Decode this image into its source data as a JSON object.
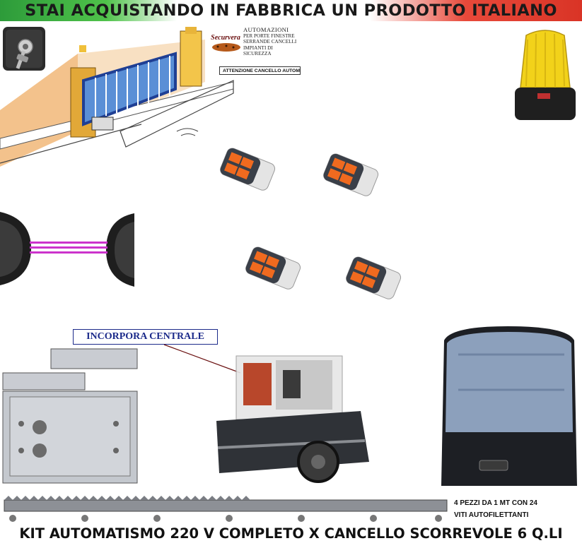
{
  "banner": {
    "text": "STAI ACQUISTANDO IN FABBRICA UN PRODOTTO ITALIANO"
  },
  "logo": {
    "brand": "Securvera",
    "lines": [
      "AUTOMAZIONI",
      "PER PORTE FINESTRE",
      "SERRANDE CANCELLI",
      "IMPIANTI DI SICUREZZA"
    ],
    "warning": "ATTENZIONE CANCELLO AUTOMATICO"
  },
  "callout": {
    "text": "INCORPORA CENTRALE"
  },
  "rack": {
    "caption_line1": "4 PEZZI DA 1 MT CON 24",
    "caption_line2": "VITI AUTOFILETTANTI"
  },
  "footer": {
    "text": "KIT AUTOMATISMO 220 V COMPLETO X CANCELLO SCORREVOLE 6 Q.LI"
  },
  "colors": {
    "remote_orange": "#f06a1f",
    "lamp_yellow": "#f2d21a",
    "green": "#3aa944",
    "red": "#e03a2c"
  },
  "icons": [
    "key-selector-icon",
    "gate-scene-icon",
    "flashing-lamp-icon",
    "remote-control-icon",
    "photocell-icon",
    "bracket-plate-icon",
    "motor-unit-icon",
    "motor-cover-icon",
    "gear-rack-icon"
  ]
}
